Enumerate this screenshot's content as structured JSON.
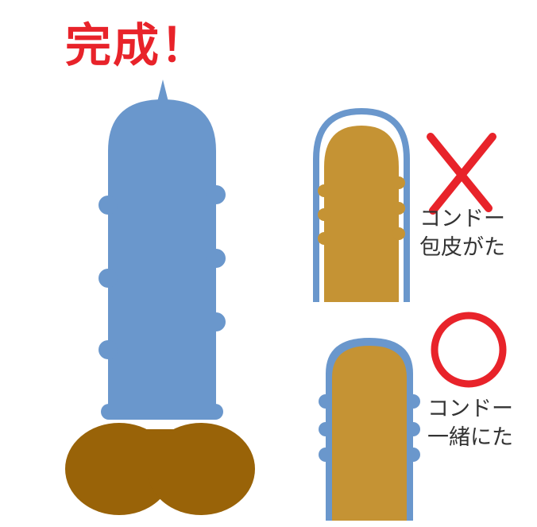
{
  "title": "完成！",
  "wrong_example": {
    "mark": "×",
    "lines": [
      "コンドー",
      "包皮がた"
    ]
  },
  "right_example": {
    "mark": "○",
    "lines": [
      "コンドー",
      "一緒にた"
    ]
  },
  "colors": {
    "condom": "#6a97cc",
    "skin": "#c59334",
    "scrotum": "#996308",
    "mark": "#e8232a",
    "text": "#333333"
  }
}
